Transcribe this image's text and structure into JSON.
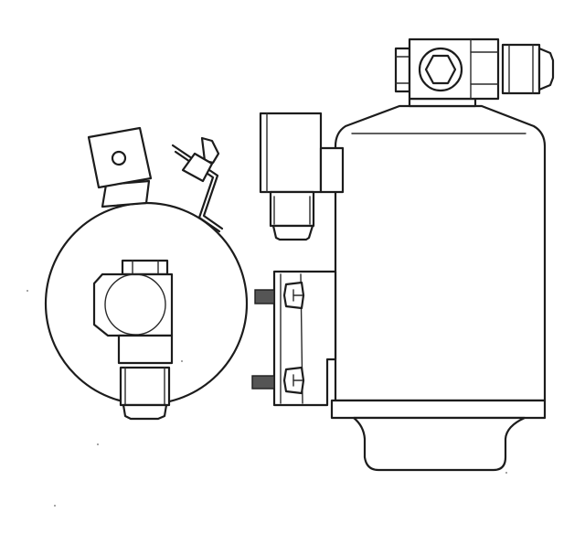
{
  "figure": {
    "subject": "Receiver-drier assembly line drawing",
    "views": [
      {
        "id": "end-view",
        "label": "End view (left)"
      },
      {
        "id": "side-view",
        "label": "Side view (right)"
      }
    ],
    "colors": {
      "background": "#ffffff",
      "line": "#1c1c1c"
    },
    "text_labels": []
  }
}
